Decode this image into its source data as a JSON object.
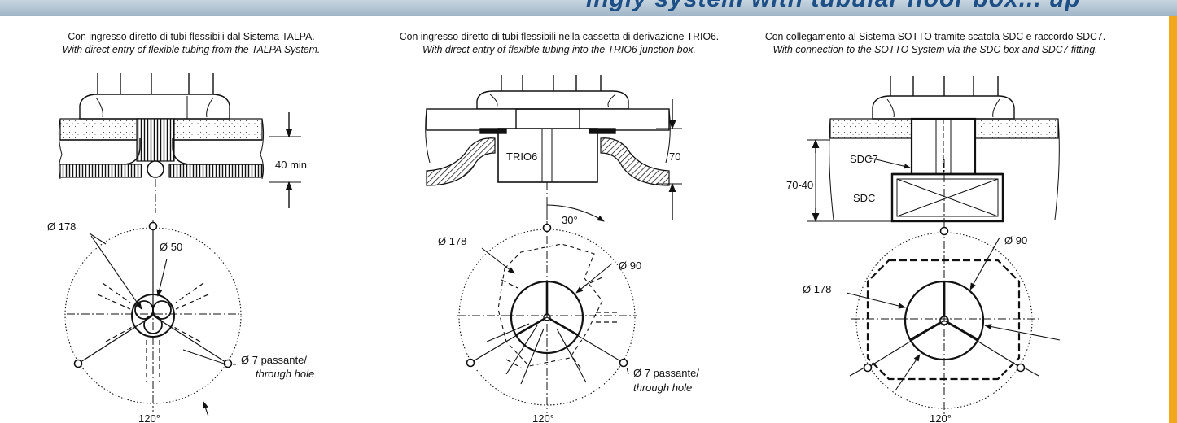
{
  "header": {
    "band_text": "ingly system with tubular floor box... up",
    "band_color": "#9fb5c7",
    "accent_strip_color": "#f3a81c"
  },
  "panels": [
    {
      "caption_it": "Con ingresso diretto di tubi flessibili dal Sistema TALPA.",
      "caption_en": "With direct entry of flexible tubing from the TALPA System.",
      "dims": {
        "height": "40 min",
        "outer_dia": "Ø 178",
        "inner_dia": "Ø 50",
        "hole": "Ø 7 passante/",
        "hole_en": "through hole",
        "angle": "120°"
      }
    },
    {
      "caption_it": "Con ingresso diretto di tubi flessibili nella cassetta di derivazione TRIO6.",
      "caption_en": "With direct entry of flexible tubing into the TRIO6 junction box.",
      "dims": {
        "box_label": "TRIO6",
        "height": "70",
        "top_angle": "30°",
        "outer_dia": "Ø 178",
        "inner_dia": "Ø 90",
        "hole": "Ø 7 passante/",
        "hole_en": "through hole",
        "angle": "120°"
      }
    },
    {
      "caption_it": "Con collegamento al Sistema SOTTO tramite scatola SDC e raccordo SDC7.",
      "caption_en": "With connection to the SOTTO System via the SDC box and SDC7 fitting.",
      "dims": {
        "fitting_label": "SDC7",
        "box_label": "SDC",
        "height": "70-40",
        "inner_dia": "Ø 90",
        "outer_dia": "Ø 178",
        "angle": "120°"
      }
    }
  ]
}
